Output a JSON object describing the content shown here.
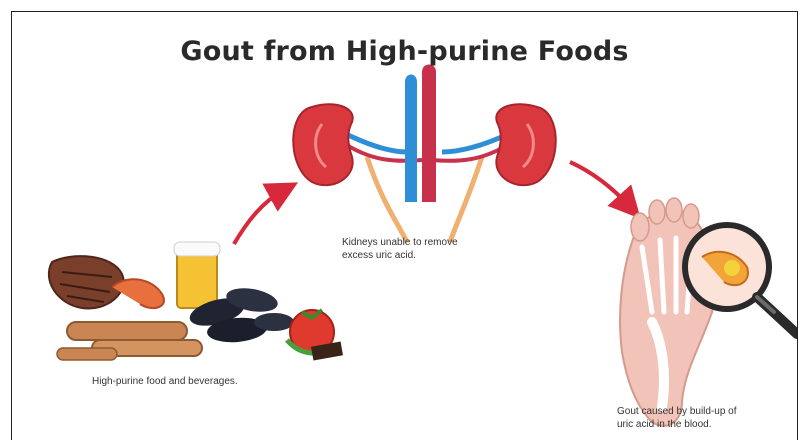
{
  "title": "Gout from High-purine Foods",
  "captions": {
    "kidneys_line1": "Kidneys unable to remove",
    "kidneys_line2": "excess uric acid.",
    "food": "High-purine food and beverages.",
    "gout_line1": "Gout caused by build-up of",
    "gout_line2": "uric acid in the blood."
  },
  "colors": {
    "kidney": "#d9393e",
    "vein": "#2f8fd6",
    "artery": "#c8314b",
    "ureter": "#f0b072",
    "arrow": "#d8283c",
    "foot_skin": "#f2c3b8",
    "inflammation": "#f2a33a"
  },
  "icons": [
    "kidneys-illustration",
    "food-illustration",
    "foot-illustration",
    "magnifier-icon",
    "arrow-icon"
  ]
}
